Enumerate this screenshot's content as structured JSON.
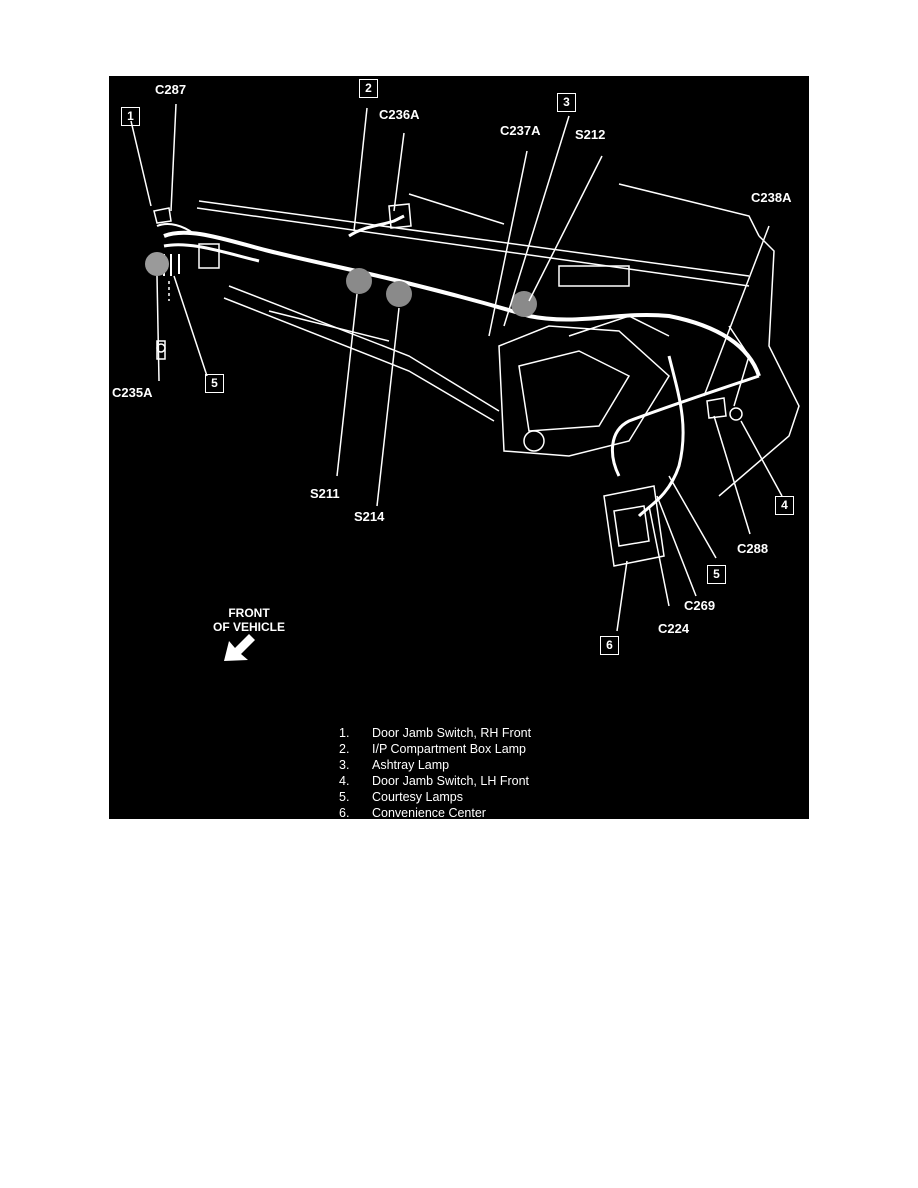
{
  "callout_boxes": {
    "b1": "1",
    "b2": "2",
    "b3": "3",
    "b4": "4",
    "b5_left": "5",
    "b5_right": "5",
    "b6": "6"
  },
  "labels": {
    "c287": "C287",
    "c236a": "C236A",
    "c237a": "C237A",
    "s212": "S212",
    "c238a": "C238A",
    "c235a": "C235A",
    "s211": "S211",
    "s214": "S214",
    "c288": "C288",
    "c269": "C269",
    "c224": "C224"
  },
  "front_of_vehicle": {
    "line1": "FRONT",
    "line2": "OF VEHICLE"
  },
  "legend": [
    {
      "num": "1.",
      "text": "Door Jamb Switch, RH Front"
    },
    {
      "num": "2.",
      "text": "I/P Compartment Box Lamp"
    },
    {
      "num": "3.",
      "text": "Ashtray Lamp"
    },
    {
      "num": "4.",
      "text": "Door Jamb Switch, LH Front"
    },
    {
      "num": "5.",
      "text": "Courtesy Lamps"
    },
    {
      "num": "6.",
      "text": "Convenience Center"
    }
  ],
  "colors": {
    "background": "#000000",
    "ink": "#ffffff",
    "page": "#ffffff"
  }
}
